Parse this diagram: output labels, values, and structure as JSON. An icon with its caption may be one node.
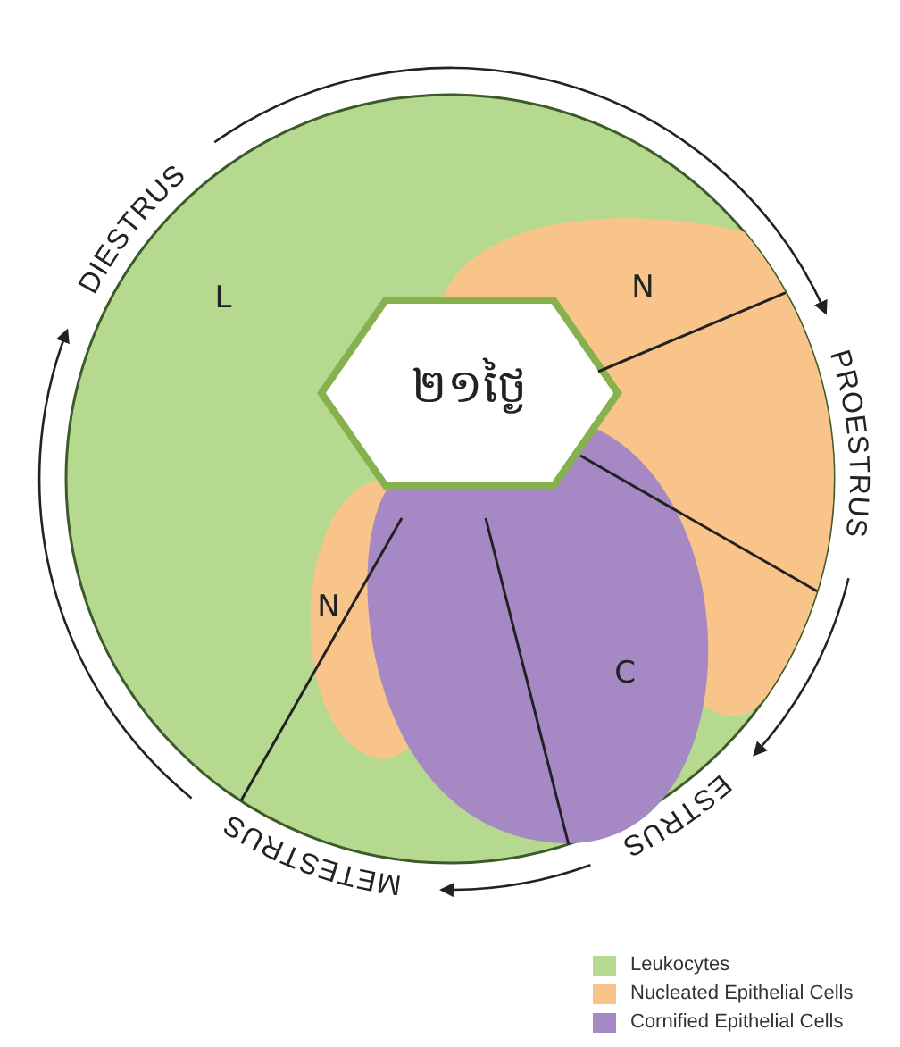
{
  "diagram": {
    "nodes": [
      {
        "text": [
          "L"
        ]
      },
      {
        "text": [
          "N"
        ],
        "in": 0
      },
      {
        "text": [
          "N"
        ],
        "in": 0
      },
      {
        "text": [
          "C"
        ],
        "in": 0
      },
      {
        "text": [
          "២១ថ្ងៃ"
        ],
        "in": 0
      },
      {
        "text": [
          "DIESTRUS"
        ]
      },
      {
        "text": [
          "PROESTRUS"
        ]
      },
      {
        "text": [
          "ESTRUS"
        ]
      },
      {
        "text": [
          "METESTRUS"
        ]
      }
    ],
    "edges": [
      {
        "from": 5,
        "to": 6,
        "arrow": "to"
      },
      {
        "from": 6,
        "to": 7,
        "arrow": "to"
      },
      {
        "from": 7,
        "to": 8,
        "arrow": "to"
      },
      {
        "from": 8,
        "to": 5,
        "arrow": "to"
      }
    ],
    "legend": [
      {
        "text": "Leukocytes",
        "color": "#b5d98f"
      },
      {
        "text": "Nucleated Epithelial Cells",
        "color": "#f8c48a"
      },
      {
        "text": "Cornified Epithelial Cells",
        "color": "#a689c4"
      }
    ]
  }
}
